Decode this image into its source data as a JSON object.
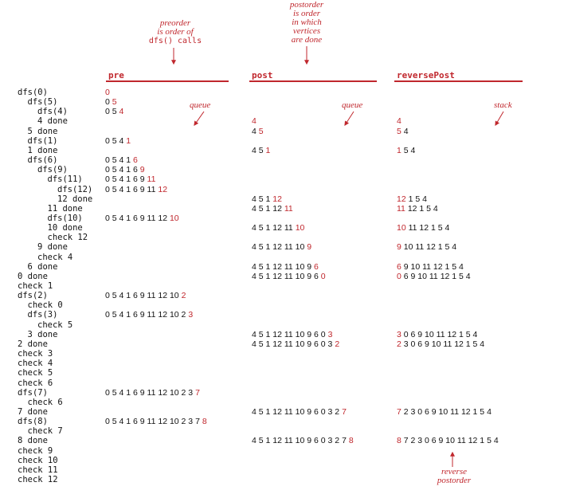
{
  "headers": {
    "pre": "pre",
    "post": "post",
    "reverse": "reversePost"
  },
  "annotations": {
    "preorder": [
      "preorder",
      "is order of",
      "dfs() calls"
    ],
    "postorder": [
      "postorder",
      "is order",
      "in which",
      "vertices",
      "are done"
    ],
    "queue": "queue",
    "stack": "stack",
    "reverse_postorder": [
      "reverse",
      "postorder"
    ]
  },
  "trace": [
    {
      "indent": 0,
      "text": "dfs(0)"
    },
    {
      "indent": 1,
      "text": "dfs(5)"
    },
    {
      "indent": 2,
      "text": "dfs(4)"
    },
    {
      "indent": 2,
      "text": "4 done"
    },
    {
      "indent": 1,
      "text": "5 done"
    },
    {
      "indent": 1,
      "text": "dfs(1)"
    },
    {
      "indent": 1,
      "text": "1 done"
    },
    {
      "indent": 1,
      "text": "dfs(6)"
    },
    {
      "indent": 2,
      "text": "dfs(9)"
    },
    {
      "indent": 3,
      "text": "dfs(11)"
    },
    {
      "indent": 4,
      "text": "dfs(12)"
    },
    {
      "indent": 4,
      "text": "12 done"
    },
    {
      "indent": 3,
      "text": "11 done"
    },
    {
      "indent": 3,
      "text": "dfs(10)"
    },
    {
      "indent": 3,
      "text": "10 done"
    },
    {
      "indent": 3,
      "text": "check 12"
    },
    {
      "indent": 2,
      "text": "9 done"
    },
    {
      "indent": 2,
      "text": "check 4"
    },
    {
      "indent": 1,
      "text": "6 done"
    },
    {
      "indent": 0,
      "text": "0 done"
    },
    {
      "indent": 0,
      "text": "check 1"
    },
    {
      "indent": 0,
      "text": "dfs(2)"
    },
    {
      "indent": 1,
      "text": "check 0"
    },
    {
      "indent": 1,
      "text": "dfs(3)"
    },
    {
      "indent": 2,
      "text": "check 5"
    },
    {
      "indent": 1,
      "text": "3 done"
    },
    {
      "indent": 0,
      "text": "2 done"
    },
    {
      "indent": 0,
      "text": "check 3"
    },
    {
      "indent": 0,
      "text": "check 4"
    },
    {
      "indent": 0,
      "text": "check 5"
    },
    {
      "indent": 0,
      "text": "check 6"
    },
    {
      "indent": 0,
      "text": "dfs(7)"
    },
    {
      "indent": 1,
      "text": "check 6"
    },
    {
      "indent": 0,
      "text": "7 done"
    },
    {
      "indent": 0,
      "text": "dfs(8)"
    },
    {
      "indent": 1,
      "text": "check 7"
    },
    {
      "indent": 0,
      "text": "8 done"
    },
    {
      "indent": 0,
      "text": "check 9"
    },
    {
      "indent": 0,
      "text": "check 10"
    },
    {
      "indent": 0,
      "text": "check 11"
    },
    {
      "indent": 0,
      "text": "check 12"
    }
  ],
  "pre": [
    {
      "row": 0,
      "base": "",
      "hi": "0"
    },
    {
      "row": 1,
      "base": "0 ",
      "hi": "5"
    },
    {
      "row": 2,
      "base": "0 5 ",
      "hi": "4"
    },
    {
      "row": 5,
      "base": "0 5 4 ",
      "hi": "1"
    },
    {
      "row": 7,
      "base": "0 5 4 1 ",
      "hi": "6"
    },
    {
      "row": 8,
      "base": "0 5 4 1 6 ",
      "hi": "9"
    },
    {
      "row": 9,
      "base": "0 5 4 1 6 9 ",
      "hi": "11"
    },
    {
      "row": 10,
      "base": "0 5 4 1 6 9 11 ",
      "hi": "12"
    },
    {
      "row": 13,
      "base": "0 5 4 1 6 9 11 12 ",
      "hi": "10"
    },
    {
      "row": 21,
      "base": "0 5 4 1 6 9 11 12 10 ",
      "hi": "2"
    },
    {
      "row": 23,
      "base": "0 5 4 1 6 9 11 12 10 2 ",
      "hi": "3"
    },
    {
      "row": 31,
      "base": "0 5 4 1 6 9 11 12 10 2 3 ",
      "hi": "7"
    },
    {
      "row": 34,
      "base": "0 5 4 1 6 9 11 12 10 2 3 7 ",
      "hi": "8"
    }
  ],
  "post": [
    {
      "row": 3,
      "base": "",
      "hi": "4"
    },
    {
      "row": 4,
      "base": "4 ",
      "hi": "5"
    },
    {
      "row": 6,
      "base": "4 5 ",
      "hi": "1"
    },
    {
      "row": 11,
      "base": "4 5 1 ",
      "hi": "12"
    },
    {
      "row": 12,
      "base": "4 5 1 12 ",
      "hi": "11"
    },
    {
      "row": 14,
      "base": "4 5 1 12 11 ",
      "hi": "10"
    },
    {
      "row": 16,
      "base": "4 5 1 12 11 10 ",
      "hi": "9"
    },
    {
      "row": 18,
      "base": "4 5 1 12 11 10 9 ",
      "hi": "6"
    },
    {
      "row": 19,
      "base": "4 5 1 12 11 10 9 6 ",
      "hi": "0"
    },
    {
      "row": 25,
      "base": "4 5 1 12 11 10 9 6 0 ",
      "hi": "3"
    },
    {
      "row": 26,
      "base": "4 5 1 12 11 10 9 6 0 3 ",
      "hi": "2"
    },
    {
      "row": 33,
      "base": "4 5 1 12 11 10 9 6 0 3 2 ",
      "hi": "7"
    },
    {
      "row": 36,
      "base": "4 5 1 12 11 10 9 6 0 3 2 7 ",
      "hi": "8"
    }
  ],
  "reverse": [
    {
      "row": 3,
      "hi": "4",
      "rest": ""
    },
    {
      "row": 4,
      "hi": "5",
      "rest": " 4"
    },
    {
      "row": 6,
      "hi": "1",
      "rest": " 5 4"
    },
    {
      "row": 11,
      "hi": "12",
      "rest": " 1 5 4"
    },
    {
      "row": 12,
      "hi": "11",
      "rest": " 12 1 5 4"
    },
    {
      "row": 14,
      "hi": "10",
      "rest": " 11 12 1 5 4"
    },
    {
      "row": 16,
      "hi": "9",
      "rest": " 10 11 12 1 5 4"
    },
    {
      "row": 18,
      "hi": "6",
      "rest": " 9 10 11 12 1 5 4"
    },
    {
      "row": 19,
      "hi": "0",
      "rest": " 6 9 10 11 12 1 5 4"
    },
    {
      "row": 25,
      "hi": "3",
      "rest": " 0 6 9 10 11 12 1 5 4"
    },
    {
      "row": 26,
      "hi": "2",
      "rest": " 3 0 6 9 10 11 12 1 5 4"
    },
    {
      "row": 33,
      "hi": "7",
      "rest": " 2 3 0 6 9 10 11 12 1 5 4"
    },
    {
      "row": 36,
      "hi": "8",
      "rest": " 7 2 3 0 6 9 10 11 12 1 5 4"
    }
  ],
  "colors": {
    "accent": "#c0272d",
    "text": "#111111"
  }
}
